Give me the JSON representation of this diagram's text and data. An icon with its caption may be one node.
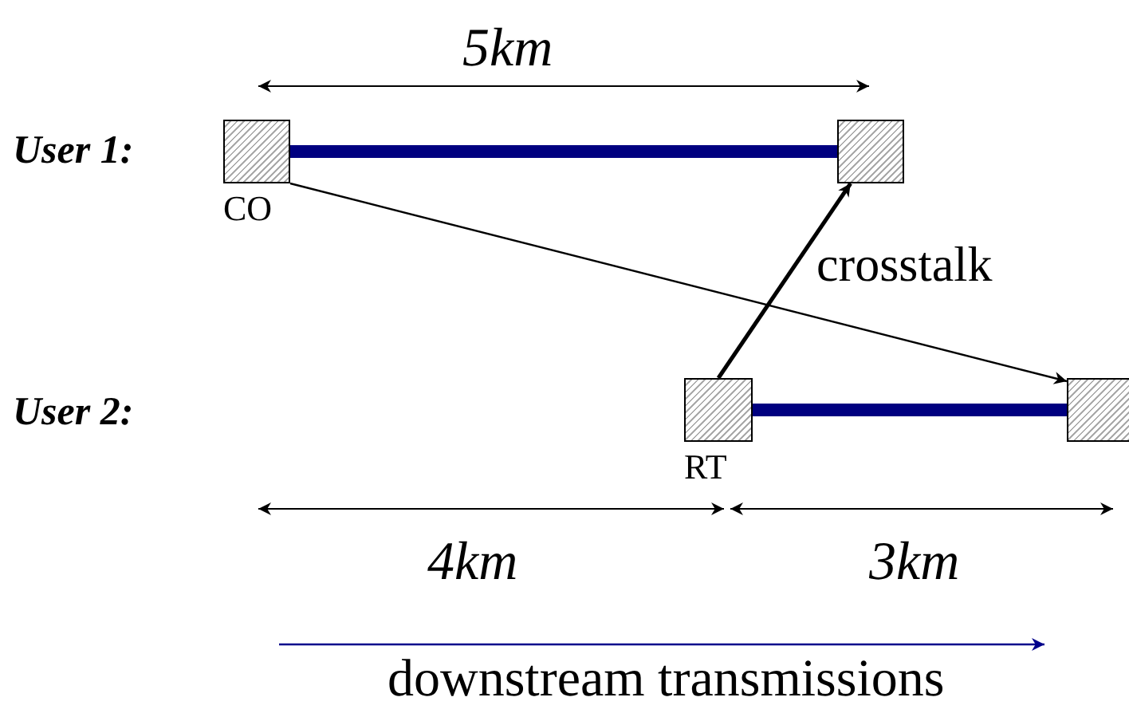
{
  "diagram": {
    "nodes": [
      {
        "text": [],
        "shape": "box",
        "beside": [
          "CO"
        ]
      },
      {
        "text": [],
        "shape": "box"
      },
      {
        "text": [],
        "shape": "box",
        "beside": [
          "RT"
        ]
      },
      {
        "text": [],
        "shape": "box"
      }
    ],
    "edges": [
      {
        "from": 0,
        "to": 1,
        "arrow": "none",
        "style": "thick",
        "color": "#000080"
      },
      {
        "from": 2,
        "to": 3,
        "arrow": "none",
        "style": "thick",
        "color": "#000080"
      },
      {
        "from": 0,
        "to": 3,
        "arrow": "to",
        "color": "#000000"
      },
      {
        "from": 2,
        "to": 1,
        "arrow": "to",
        "label": "crosstalk",
        "color": "#000000"
      }
    ],
    "labels": [
      "5km",
      "User 1:",
      "User 2:",
      "4km",
      "3km",
      "downstream transmissions"
    ]
  }
}
